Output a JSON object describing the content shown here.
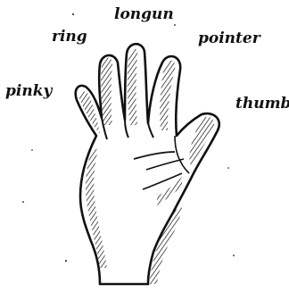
{
  "diagram": {
    "labels": {
      "longun": "longun",
      "ring": "ring",
      "pointer": "pointer",
      "pinky": "pinky",
      "thumb": "thumb"
    },
    "ink_color": "#111111",
    "background": "#ffffff"
  }
}
